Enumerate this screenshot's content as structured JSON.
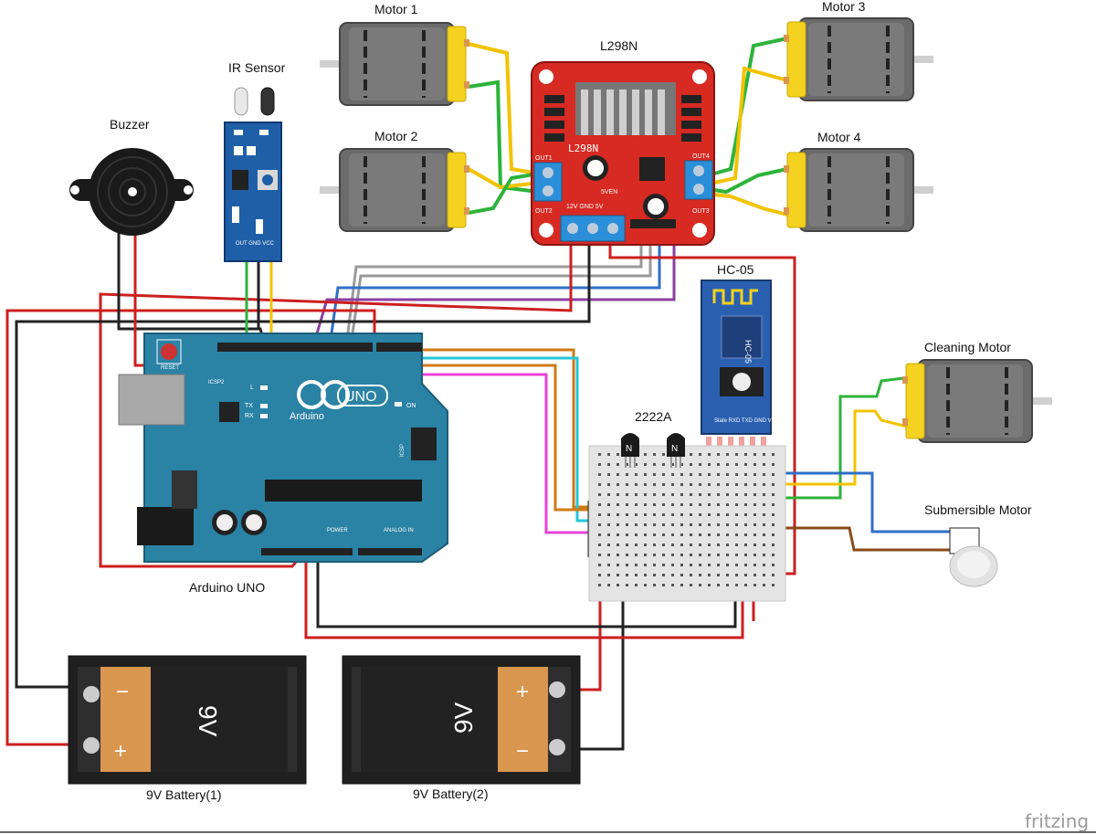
{
  "labels": {
    "motor1": "Motor 1",
    "motor2": "Motor 2",
    "motor3": "Motor 3",
    "motor4": "Motor 4",
    "l298n": "L298N",
    "ir_sensor": "IR Sensor",
    "buzzer": "Buzzer",
    "hc05": "HC-05",
    "cleaning_motor": "Cleaning Motor",
    "transistor": "2222A",
    "submersible_motor": "Submersible Motor",
    "arduino": "Arduino UNO",
    "battery1": "9V Battery(1)",
    "battery2": "9V Battery(2)",
    "fritzing": "fritzing"
  },
  "board_text": {
    "l298n_chip": "L298N",
    "out1": "OUT1",
    "out2": "OUT2",
    "out3": "OUT3",
    "out4": "OUT4",
    "power_pins": "12V GND  5V",
    "en": "5VEN",
    "ir_pins": "OUT GND VCC",
    "hc05_chip": "HC-05",
    "hc05_pins": "State RXD TXD GND VCC Key",
    "uno": "UNO",
    "arduino_brand": "Arduino",
    "reset": "RESET",
    "icsp2": "ICSP2",
    "icsp": "ICSP",
    "on": "ON",
    "led_l": "L",
    "tx": "TX",
    "rx": "RX",
    "power": "POWER",
    "analog_in": "ANALOG IN",
    "battery_label": "9V",
    "plus": "+",
    "minus": "−"
  },
  "colors": {
    "arduino": "#2a82a5",
    "l298n": "#d72a23",
    "ir_board": "#1f5fa8",
    "hc05_board": "#2b60b0",
    "motor_body": "#6b6b6b",
    "motor_cap": "#f4d21f",
    "wire_red": "#cc1f1f",
    "wire_black": "#222222",
    "wire_green": "#2db33a",
    "wire_yellow": "#f2c300",
    "wire_blue": "#2f6fc8",
    "wire_purple": "#8a3fa0",
    "wire_gray": "#9a9a9a",
    "wire_orange": "#d17a14",
    "wire_cyan": "#26c6d6",
    "wire_magenta": "#e843d6",
    "wire_brown": "#8a4b17",
    "battery_clip": "#d9964f"
  }
}
